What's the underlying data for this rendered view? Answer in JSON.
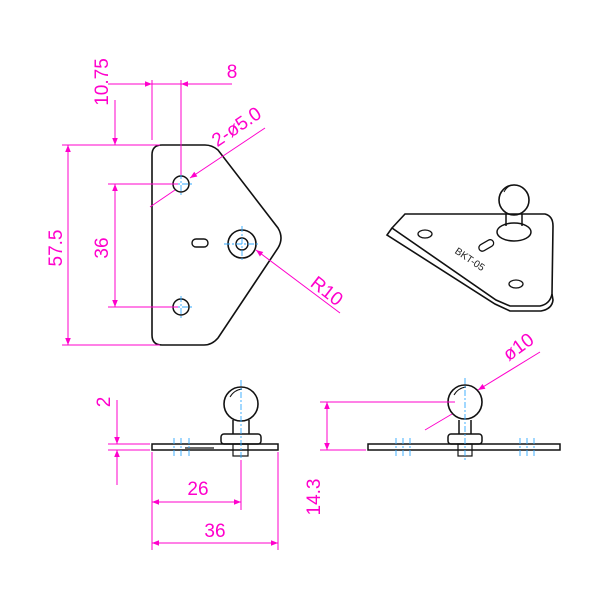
{
  "colors": {
    "dimension": "#ff00cc",
    "outline": "#111111",
    "centerline": "#30a8ff",
    "background": "#ffffff"
  },
  "dimensions": {
    "top_offset": "10.75",
    "hole_offset": "8",
    "hole_callout": "2-ø5.0",
    "overall_height": "57.5",
    "hole_spacing": "36",
    "corner_radius": "R10",
    "plate_thickness": "2",
    "stud_position": "26",
    "base_width": "36",
    "ball_diameter": "ø10",
    "stud_height": "14.3"
  },
  "part_label": "BKT-05"
}
